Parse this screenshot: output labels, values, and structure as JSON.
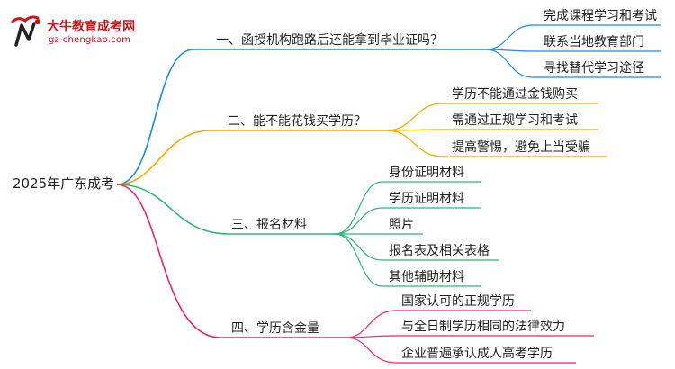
{
  "logo": {
    "title": "大牛教育成考网",
    "url": "gz-chengkao.com",
    "icon": "bull-logo-icon",
    "brand_color": "#c8161d"
  },
  "root": {
    "label": "2025年广东成考"
  },
  "branches": [
    {
      "label": "一、函授机构跑路后还能拿到毕业证吗？",
      "color": "#1e88e5",
      "children": [
        "完成课程学习和考试",
        "联系当地教育部门",
        "寻找替代学习途径"
      ]
    },
    {
      "label": "二、能不能花钱买学历？",
      "color": "#f0a500",
      "children": [
        "学历不能通过金钱购买",
        "需通过正规学习和考试",
        "提高警惕，避免上当受骗"
      ]
    },
    {
      "label": "三、报名材料",
      "color": "#2bb673",
      "children": [
        "身份证明材料",
        "学历证明材料",
        "照片",
        "报名表及相关表格",
        "其他辅助材料"
      ]
    },
    {
      "label": "四、学历含金量",
      "color": "#e8266d",
      "children": [
        "国家认可的正规学历",
        "与全日制学历相同的法律效力",
        "企业普遍承认成人高考学历"
      ]
    }
  ]
}
